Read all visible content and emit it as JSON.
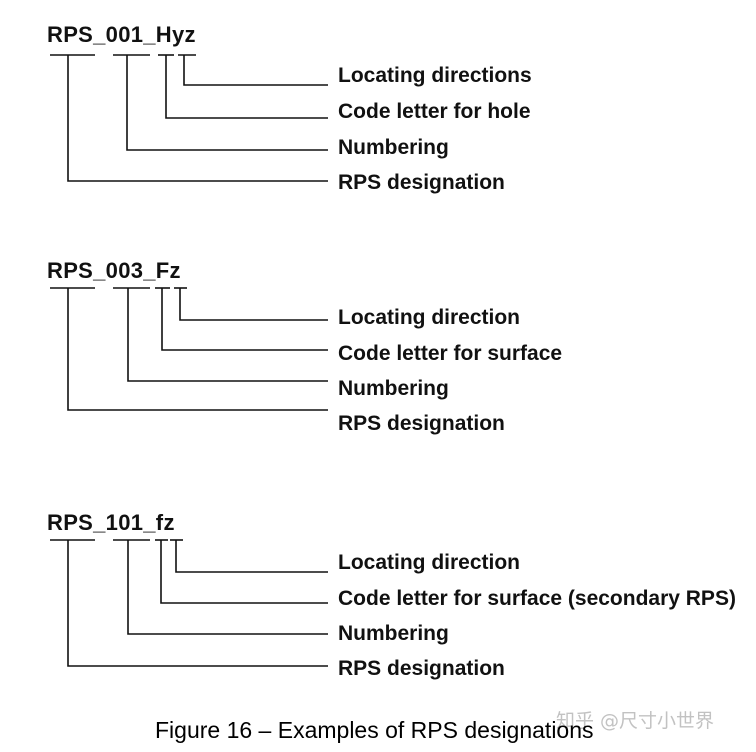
{
  "blocks": [
    {
      "code": "RPS_001_Hyz",
      "labels": [
        "Locating directions",
        "Code letter for hole",
        "Numbering",
        "RPS designation"
      ]
    },
    {
      "code": "RPS_003_Fz",
      "labels": [
        "Locating direction",
        "Code letter for surface",
        "Numbering",
        "RPS designation"
      ]
    },
    {
      "code": "RPS_101_fz",
      "labels": [
        "Locating direction",
        "Code letter for surface (secondary RPS)",
        "Numbering",
        "RPS designation"
      ]
    }
  ],
  "caption": "Figure 16 – Examples of RPS designations",
  "watermark": "知乎 @尺寸小世界"
}
